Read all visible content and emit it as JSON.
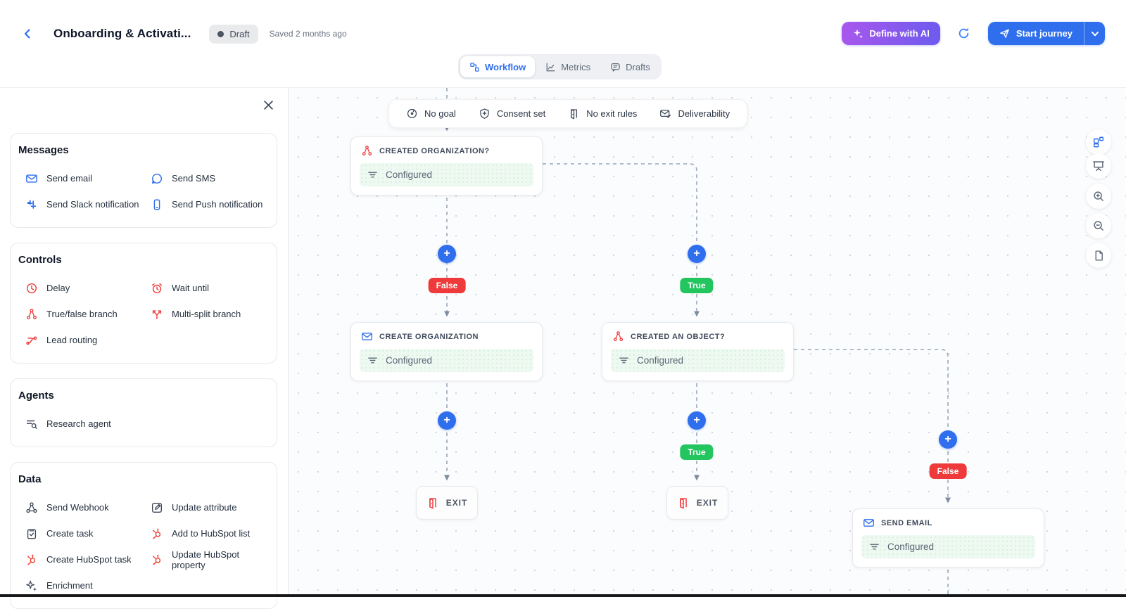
{
  "header": {
    "title": "Onboarding & Activati...",
    "status_badge": "Draft",
    "saved_text": "Saved 2 months ago",
    "define_ai_label": "Define with AI",
    "start_journey_label": "Start journey",
    "accent_blue": "#2f6fed",
    "ai_gradient_from": "#a957ec",
    "ai_gradient_to": "#6d5bee"
  },
  "tabs": {
    "items": [
      {
        "label": "Workflow"
      },
      {
        "label": "Metrics"
      },
      {
        "label": "Drafts"
      }
    ]
  },
  "sidebar": {
    "sections": [
      {
        "title": "Messages",
        "icon_color": "#2f6fed",
        "items": [
          {
            "label": "Send email",
            "icon": "email-icon"
          },
          {
            "label": "Send SMS",
            "icon": "chat-bubble-icon"
          },
          {
            "label": "Send Slack notification",
            "icon": "slack-icon"
          },
          {
            "label": "Send Push notification",
            "icon": "phone-icon"
          }
        ]
      },
      {
        "title": "Controls",
        "icon_color": "#ee3a3a",
        "items": [
          {
            "label": "Delay",
            "icon": "clock-icon"
          },
          {
            "label": "Wait until",
            "icon": "alarm-clock-icon"
          },
          {
            "label": "True/false branch",
            "icon": "branch-icon"
          },
          {
            "label": "Multi-split branch",
            "icon": "split-arrows-icon"
          },
          {
            "label": "Lead routing",
            "icon": "routing-icon"
          }
        ]
      },
      {
        "title": "Agents",
        "icon_color": "#3b4456",
        "items": [
          {
            "label": "Research agent",
            "icon": "list-search-icon"
          }
        ]
      },
      {
        "title": "Data",
        "icon_color": "#3b4456",
        "hubspot_color": "#f04438",
        "items": [
          {
            "label": "Send Webhook",
            "icon": "webhook-icon"
          },
          {
            "label": "Update attribute",
            "icon": "edit-square-icon"
          },
          {
            "label": "Create task",
            "icon": "clipboard-check-icon"
          },
          {
            "label": "Add to HubSpot list",
            "icon": "hubspot-icon"
          },
          {
            "label": "Create HubSpot task",
            "icon": "hubspot-icon"
          },
          {
            "label": "Update HubSpot property",
            "icon": "hubspot-icon"
          },
          {
            "label": "Enrichment",
            "icon": "sparkles-icon"
          }
        ]
      }
    ]
  },
  "canvas": {
    "status_bar": {
      "items": [
        {
          "label": "No goal",
          "icon": "goal-icon"
        },
        {
          "label": "Consent set",
          "icon": "shield-plus-icon"
        },
        {
          "label": "No exit rules",
          "icon": "door-icon"
        },
        {
          "label": "Deliverability",
          "icon": "mail-check-icon"
        }
      ]
    },
    "nodes": {
      "created_org": {
        "title": "CREATED ORGANIZATION?",
        "body": "Configured",
        "icon": "branch-icon"
      },
      "create_org": {
        "title": "CREATE ORGANIZATION",
        "body": "Configured",
        "icon": "email-icon"
      },
      "created_obj": {
        "title": "CREATED AN OBJECT?",
        "body": "Configured",
        "icon": "branch-icon"
      },
      "exit_1": {
        "title": "EXIT",
        "icon": "door-icon"
      },
      "exit_2": {
        "title": "EXIT",
        "icon": "door-icon"
      },
      "send_email": {
        "title": "SEND EMAIL",
        "body": "Configured",
        "icon": "email-icon"
      }
    },
    "badges": {
      "false_1": "False",
      "true_1": "True",
      "true_2": "True",
      "false_2": "False"
    },
    "colors": {
      "true": "#22c55e",
      "false": "#ee3a3a",
      "plus": "#2f6fed",
      "configured_bg": "#edf9f1"
    },
    "right_toolbar_icons": [
      "layout-blocks-icon",
      "presentation-icon",
      "zoom-in-icon",
      "zoom-out-icon",
      "page-icon"
    ]
  }
}
